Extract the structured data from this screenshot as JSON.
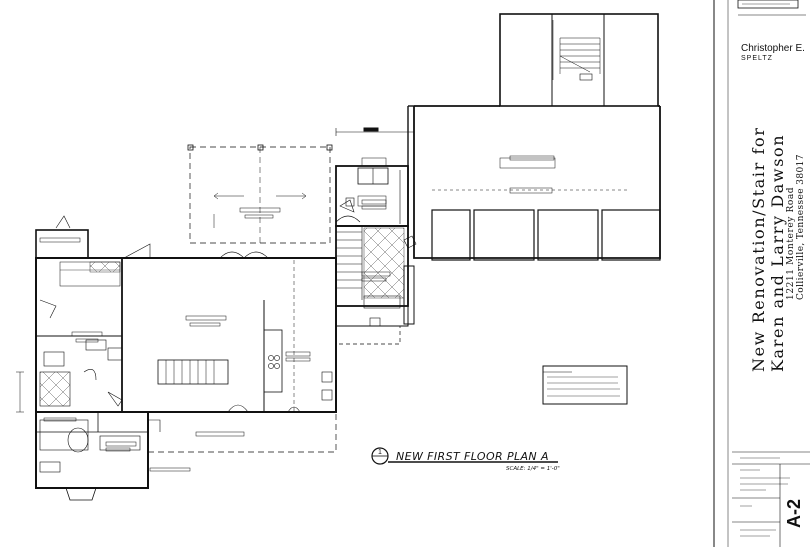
{
  "drawing": {
    "title": "NEW FIRST FLOOR PLAN A",
    "detail_number": "1",
    "scale": "SCALE: 1/4\" = 1'-0\""
  },
  "title_block": {
    "firm": "Christopher E.",
    "firm_last": "SPELTZ",
    "project_line1": "New Renovation/Stair for",
    "project_line2": "Karen and Larry Dawson",
    "address_line1": "12211 Monterey Road",
    "address_line2": "Collierville, Tennessee 38017",
    "sheet_number": "A-2"
  },
  "colors": {
    "line": "#111111",
    "hatch": "#555555",
    "background": "#ffffff"
  }
}
